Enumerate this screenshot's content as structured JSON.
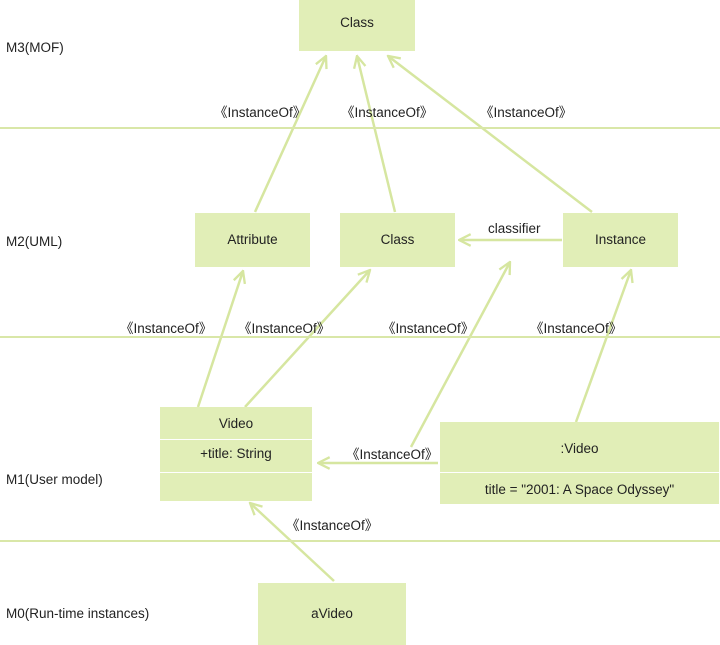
{
  "layers": {
    "m3": "M3(MOF)",
    "m2": "M2(UML)",
    "m1": "M1(User model)",
    "m0": "M0(Run-time instances)"
  },
  "boxes": {
    "mof_class": "Class",
    "attribute": "Attribute",
    "uml_class": "Class",
    "instance": "Instance",
    "video_title": "Video",
    "video_attr": "+title: String",
    "video_instance_title": ":Video",
    "video_instance_slot": "title = \"2001: A Space Odyssey\"",
    "avideo": "aVideo"
  },
  "labels": {
    "instance_of": "《InstanceOf》",
    "classifier": "classifier"
  },
  "colors": {
    "box_fill": "#e1eeb7",
    "arrow": "#d6e6a0",
    "separator": "#d9e7a8"
  }
}
